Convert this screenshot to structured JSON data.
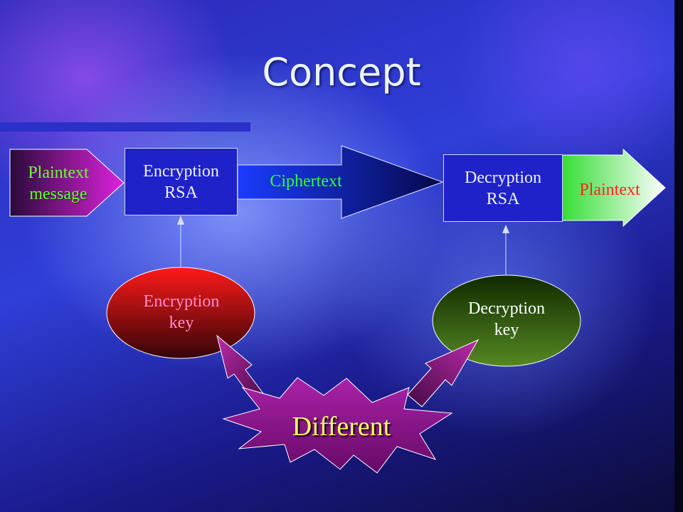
{
  "title": "Concept",
  "nodes": {
    "plaintext_message": {
      "lines": [
        "Plaintext",
        "message"
      ]
    },
    "encryption_box": {
      "lines": [
        "Encryption",
        "RSA"
      ]
    },
    "ciphertext": {
      "label": "Ciphertext"
    },
    "decryption_box": {
      "lines": [
        "Decryption",
        "RSA"
      ]
    },
    "plaintext_out": {
      "label": "Plaintext"
    },
    "encryption_key": {
      "lines": [
        "Encryption",
        "key"
      ]
    },
    "decryption_key": {
      "lines": [
        "Decryption",
        "key"
      ]
    },
    "different": {
      "label": "Different"
    }
  },
  "colors": {
    "plaintext_message_fill": "#cc22cc",
    "plaintext_message_text": "#66ff33",
    "box_fill": "#1e22c8",
    "ciphertext_text": "#33ff33",
    "plaintext_out_text": "#ff2222",
    "encryption_key_fill": "#cc1111",
    "decryption_key_fill": "#446611",
    "different_fill": "#991199",
    "different_text": "#ffff66"
  }
}
